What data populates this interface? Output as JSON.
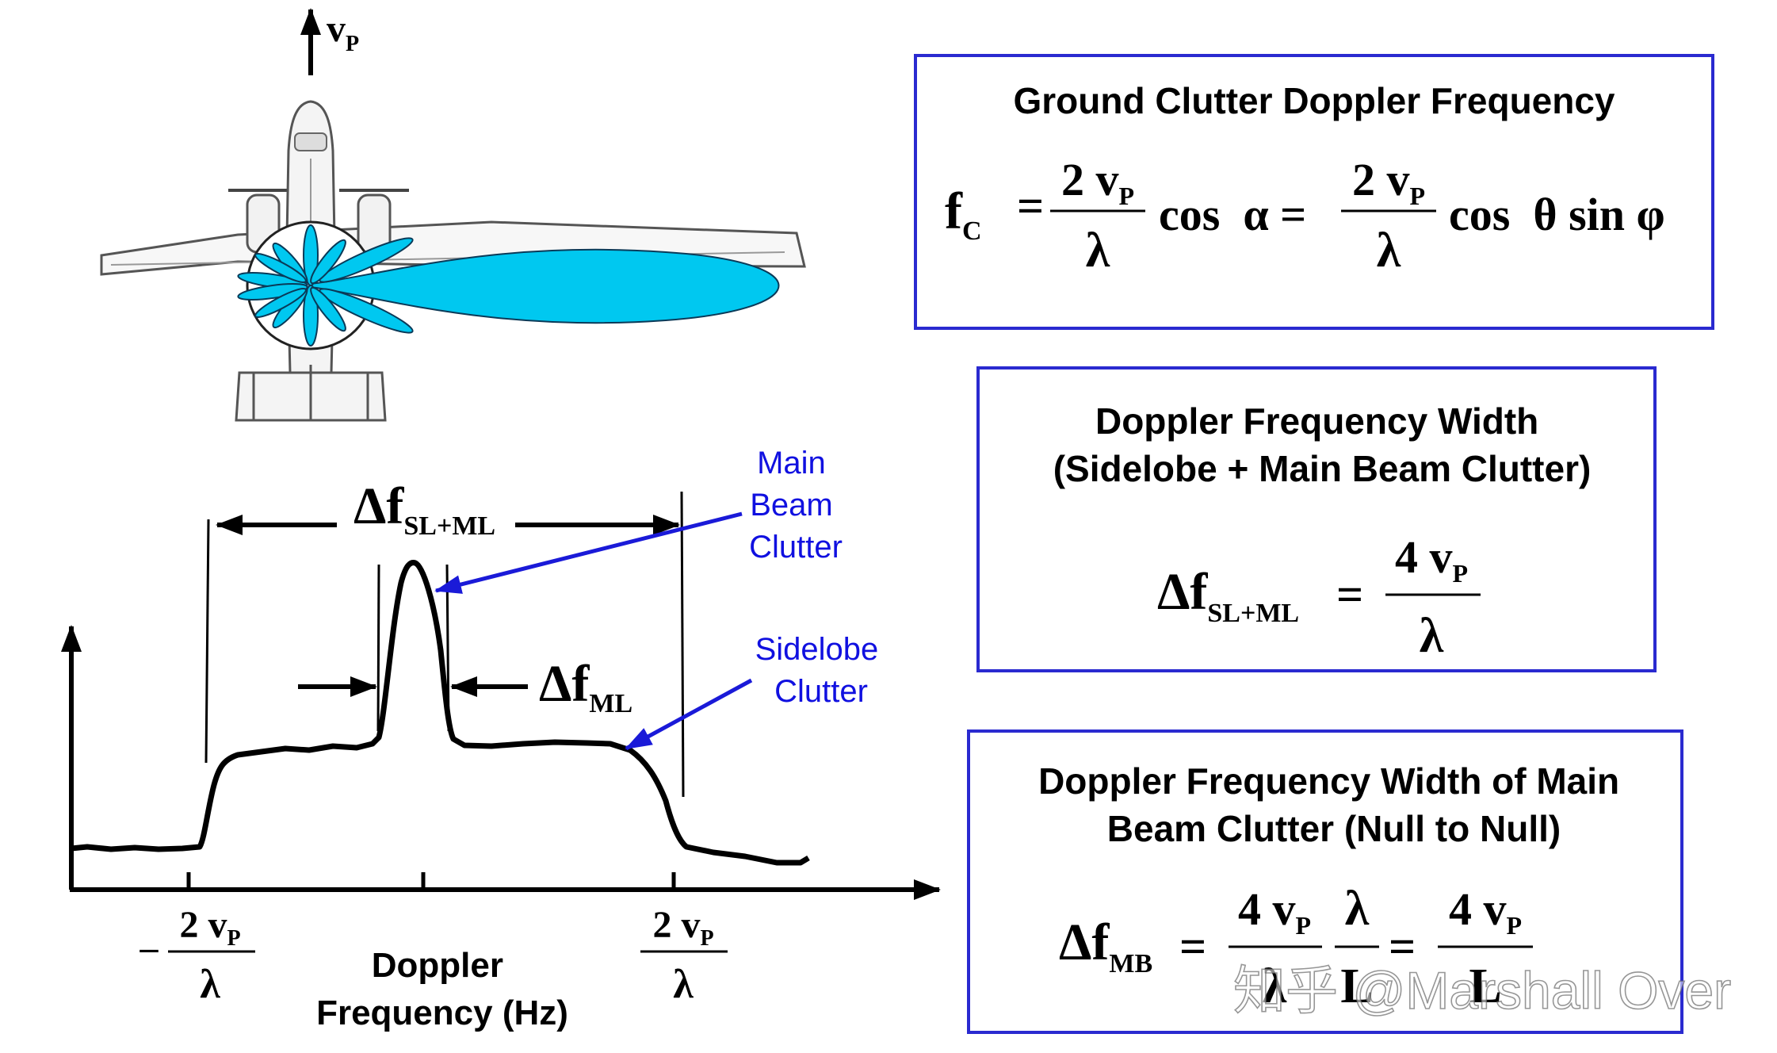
{
  "velocity_label": {
    "main": "v",
    "sub": "P"
  },
  "spectrum": {
    "ml_width": {
      "delta": "Δf",
      "sub": "SL+ML"
    },
    "ml_narrow": {
      "delta": "Δf",
      "sub": "ML"
    },
    "main_beam_label": [
      "Main",
      "Beam",
      "Clutter"
    ],
    "sidelobe_label": [
      "Sidelobe",
      "Clutter"
    ],
    "x_axis_label": [
      "Doppler",
      "Frequency (Hz)"
    ],
    "tick_left": {
      "minus": "–",
      "num": "2 v",
      "num_sub": "P",
      "den": "λ"
    },
    "tick_right": {
      "num": "2 v",
      "num_sub": "P",
      "den": "λ"
    }
  },
  "box1": {
    "title": "Ground Clutter Doppler Frequency",
    "lhs": "f",
    "lhs_sub": "C",
    "frac_num": "2 v",
    "frac_num_sub": "P",
    "frac_den": "λ",
    "term1": "cos  α =",
    "frac2_num": "2 v",
    "frac2_num_sub": "P",
    "frac2_den": "λ",
    "term2": "cos  θ sin φ",
    "eq": "="
  },
  "box2": {
    "title_lines": [
      "Doppler Frequency Width",
      "(Sidelobe + Main Beam Clutter)"
    ],
    "lhs": "Δf",
    "lhs_sub": "SL+ML",
    "eq": "=",
    "frac_num": "4 v",
    "frac_num_sub": "P",
    "frac_den": "λ"
  },
  "box3": {
    "title_lines": [
      "Doppler Frequency Width of Main",
      "Beam Clutter (Null to Null)"
    ],
    "lhs": "Δf",
    "lhs_sub": "MB",
    "eq": "=",
    "frac1_num": "4 v",
    "frac1_num_sub": "P",
    "frac1_den": "λ",
    "frac2_num": "λ",
    "frac2_den": "L",
    "eq2": "=",
    "frac3_num": "4 v",
    "frac3_num_sub": "P",
    "frac3_den": "L"
  },
  "watermark": "知乎 @Marshall Over",
  "colors": {
    "beam": "#00c8f0",
    "box_border": "#2a2ad0",
    "label_blue": "#1010e0",
    "ink": "#000000"
  }
}
